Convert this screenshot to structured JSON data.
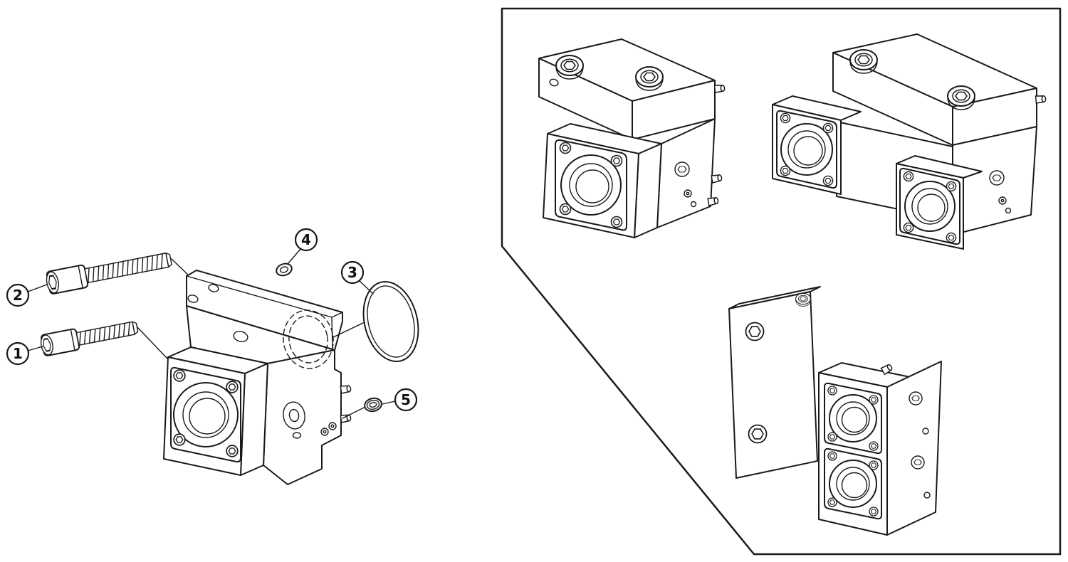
{
  "figure": {
    "callouts": [
      {
        "label": "1"
      },
      {
        "label": "2"
      },
      {
        "label": "3"
      },
      {
        "label": "4"
      },
      {
        "label": "5"
      }
    ],
    "colors": {
      "line": "#1a1a1a",
      "background": "#ffffff"
    }
  }
}
